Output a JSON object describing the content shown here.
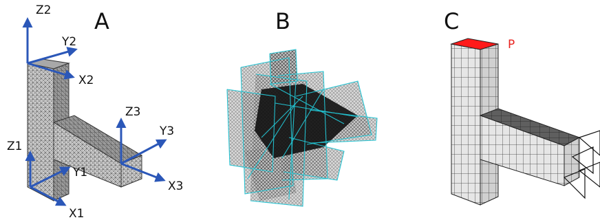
{
  "panels": [
    {
      "letter": "A"
    },
    {
      "letter": "B"
    },
    {
      "letter": "C"
    }
  ],
  "axes_labels": {
    "z2": "Z2",
    "y2": "Y2",
    "x2": "X2",
    "z3": "Z3",
    "y3": "Y3",
    "x3": "X3",
    "z1": "Z1",
    "y1": "Y1",
    "x1": "X1"
  },
  "load_label": "P",
  "colors": {
    "axis": "#2b57b8",
    "mesh_face_light": "#d9d9d9",
    "mesh_face_mid": "#bdbdbd",
    "mesh_face_dark": "#6f6f6f",
    "mesh_lines": "#333333",
    "mode_lines": "#23c7d6",
    "load_face": "#ff1a1a",
    "load_text": "#e8231f"
  },
  "icons": [
    "arrowhead-icon"
  ]
}
